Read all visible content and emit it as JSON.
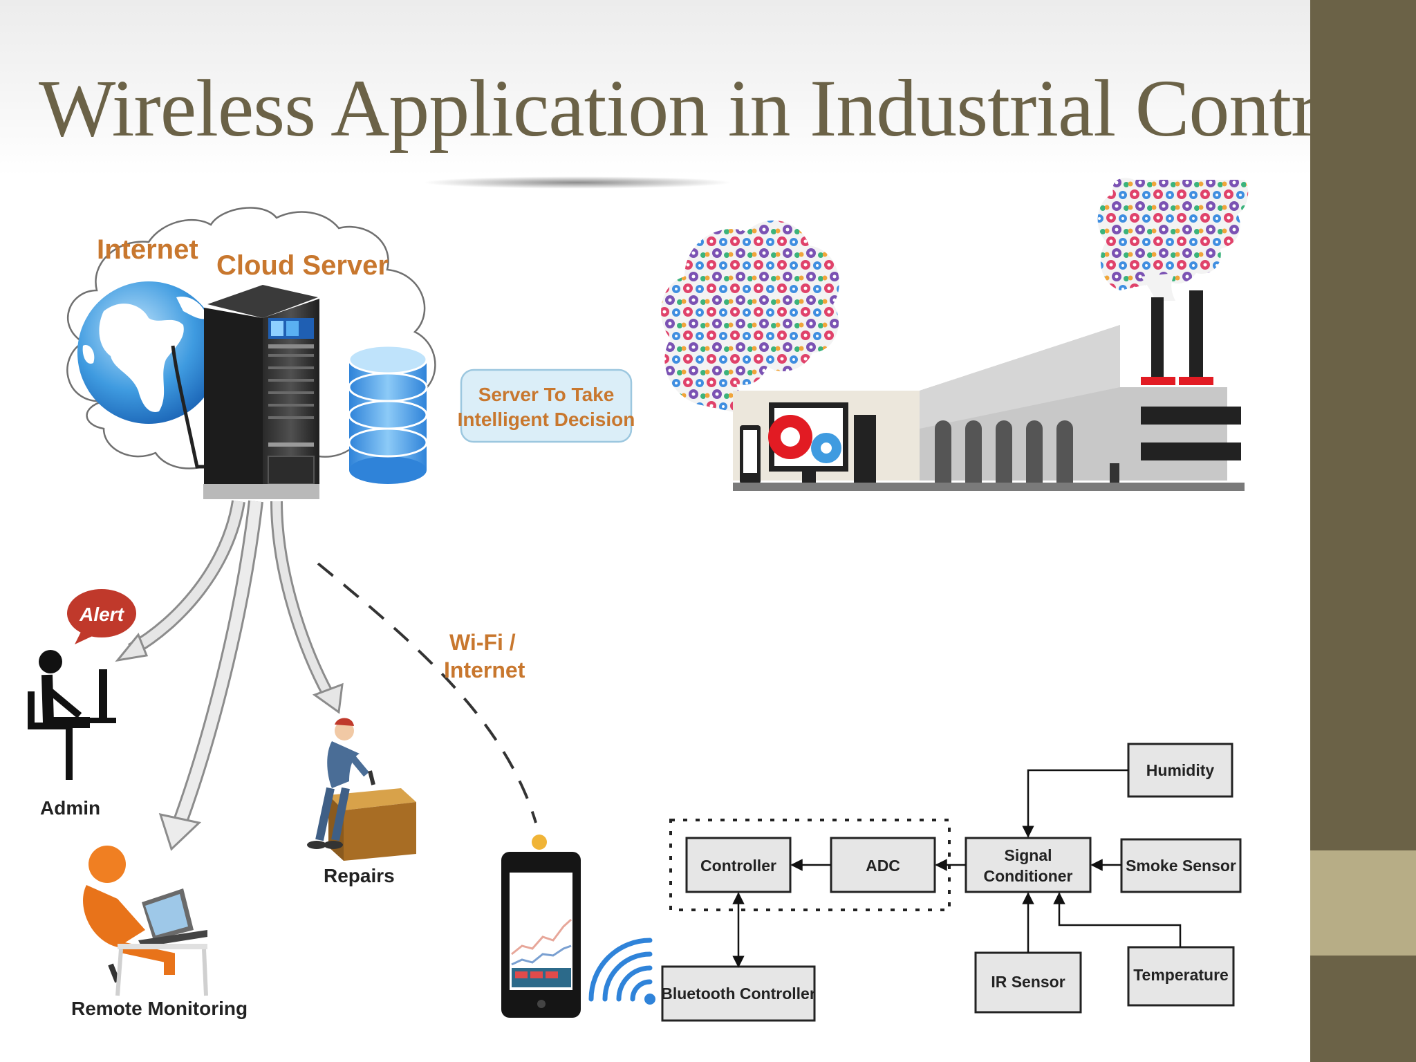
{
  "slide": {
    "title": "Wireless Application in Industrial Control"
  },
  "colors": {
    "title_text": "#6b6247",
    "side_bar": "#6b6247",
    "side_accent": "#b7ad86",
    "label_orange": "#c8772e"
  },
  "icons": [
    "globe-icon",
    "cloud-server-icon",
    "database-icon",
    "factory-icon",
    "alert-icon",
    "admin-icon",
    "remote-monitoring-icon",
    "repair-worker-icon",
    "smartphone-icon",
    "wireless-signal-icon"
  ],
  "cloud": {
    "internet_label": "Internet",
    "server_label": "Cloud Server",
    "decision_label_1": "Server To Take",
    "decision_label_2": "Intelligent Decision"
  },
  "network": {
    "wifi_label_1": "Wi-Fi /",
    "wifi_label_2": "Internet"
  },
  "users": {
    "alert": "Alert",
    "admin": "Admin",
    "remote": "Remote Monitoring",
    "repairs": "Repairs"
  },
  "blocks": {
    "controller": "Controller",
    "adc": "ADC",
    "signal_1": "Signal",
    "signal_2": "Conditioner",
    "humidity": "Humidity",
    "smoke": "Smoke Sensor",
    "ir": "IR Sensor",
    "temperature": "Temperature",
    "bluetooth": "Bluetooth Controller"
  }
}
